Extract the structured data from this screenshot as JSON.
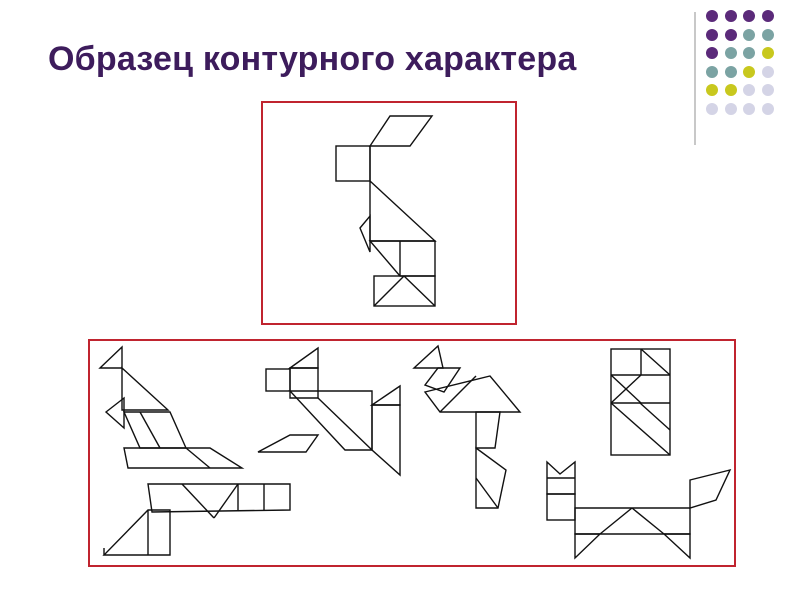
{
  "slide": {
    "title": "Образец контурного характера"
  },
  "theme": {
    "title_color": "#3d1c5c",
    "frame_color": "#c0242f",
    "line_color": "#111111",
    "dot_colors": {
      "purple": "#5b2a7a",
      "teal": "#7ba3a3",
      "olive": "#c8c81e",
      "lavender": "#d4d4e6"
    }
  },
  "decoration": {
    "dot_rows": [
      [
        "purple",
        "purple",
        "purple",
        "purple"
      ],
      [
        "purple",
        "purple",
        "teal",
        "teal"
      ],
      [
        "purple",
        "teal",
        "teal",
        "olive"
      ],
      [
        "teal",
        "teal",
        "olive",
        "lavender"
      ],
      [
        "olive",
        "olive",
        "lavender",
        "lavender"
      ],
      [
        "lavender",
        "lavender",
        "lavender",
        "lavender"
      ]
    ]
  },
  "sample_figure": {
    "icon": "tangram-rabbit-outline-icon"
  },
  "task_figures": [
    {
      "icon": "tangram-running-figure-icon"
    },
    {
      "icon": "tangram-dog-icon"
    },
    {
      "icon": "tangram-bird-icon"
    },
    {
      "icon": "tangram-rectangle-icon"
    },
    {
      "icon": "tangram-boat-icon"
    },
    {
      "icon": "tangram-cat-icon"
    }
  ]
}
